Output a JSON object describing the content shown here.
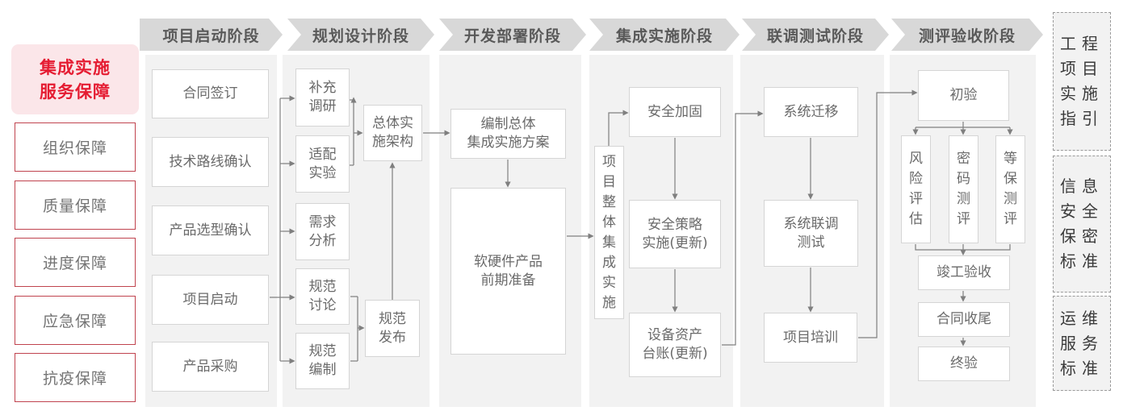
{
  "sidebar": {
    "title": "集成实施\n服务保障",
    "guarantees": [
      "组织保障",
      "质量保障",
      "进度保障",
      "应急保障",
      "抗疫保障"
    ]
  },
  "phases": [
    {
      "header": "项目启动阶段",
      "boxes": [
        "合同签订",
        "技术路线确认",
        "产品选型确认",
        "项目启动",
        "产品采购"
      ]
    },
    {
      "header": "规划设计阶段",
      "boxes": [
        "补充\n调研",
        "适配\n实验",
        "需求\n分析",
        "规范\n讨论",
        "规范\n编制",
        "总体实施架构",
        "规范\n发布"
      ]
    },
    {
      "header": "开发部署阶段",
      "boxes": [
        "编制总体\n集成实施方案",
        "软硬件产品\n前期准备"
      ]
    },
    {
      "header": "集成实施阶段",
      "boxes": [
        "项目整体集成实施",
        "安全加固",
        "安全策略\n实施(更新)",
        "设备资产\n台账(更新)"
      ]
    },
    {
      "header": "联调测试阶段",
      "boxes": [
        "系统迁移",
        "系统联调\n测试",
        "项目培训"
      ]
    },
    {
      "header": "测评验收阶段",
      "boxes": [
        "初验",
        "风险评估",
        "密码测评",
        "等保测评",
        "竣工验收",
        "合同收尾",
        "终验"
      ]
    }
  ],
  "standards": [
    "工程项目实施指引",
    "信息安全保密标准",
    "运维服务标准"
  ],
  "colors": {
    "title_red": "#e51c32",
    "title_bg": "#fbe6e9",
    "guarantee_border_red": "#c0434e",
    "header_fill": "#d8d8d8",
    "header_text": "#595959",
    "panel_gray": "#f2f2f2",
    "box_border": "#d5d5d5",
    "box_text": "#6a6a6a",
    "connector_gray": "#7f7f7f"
  }
}
